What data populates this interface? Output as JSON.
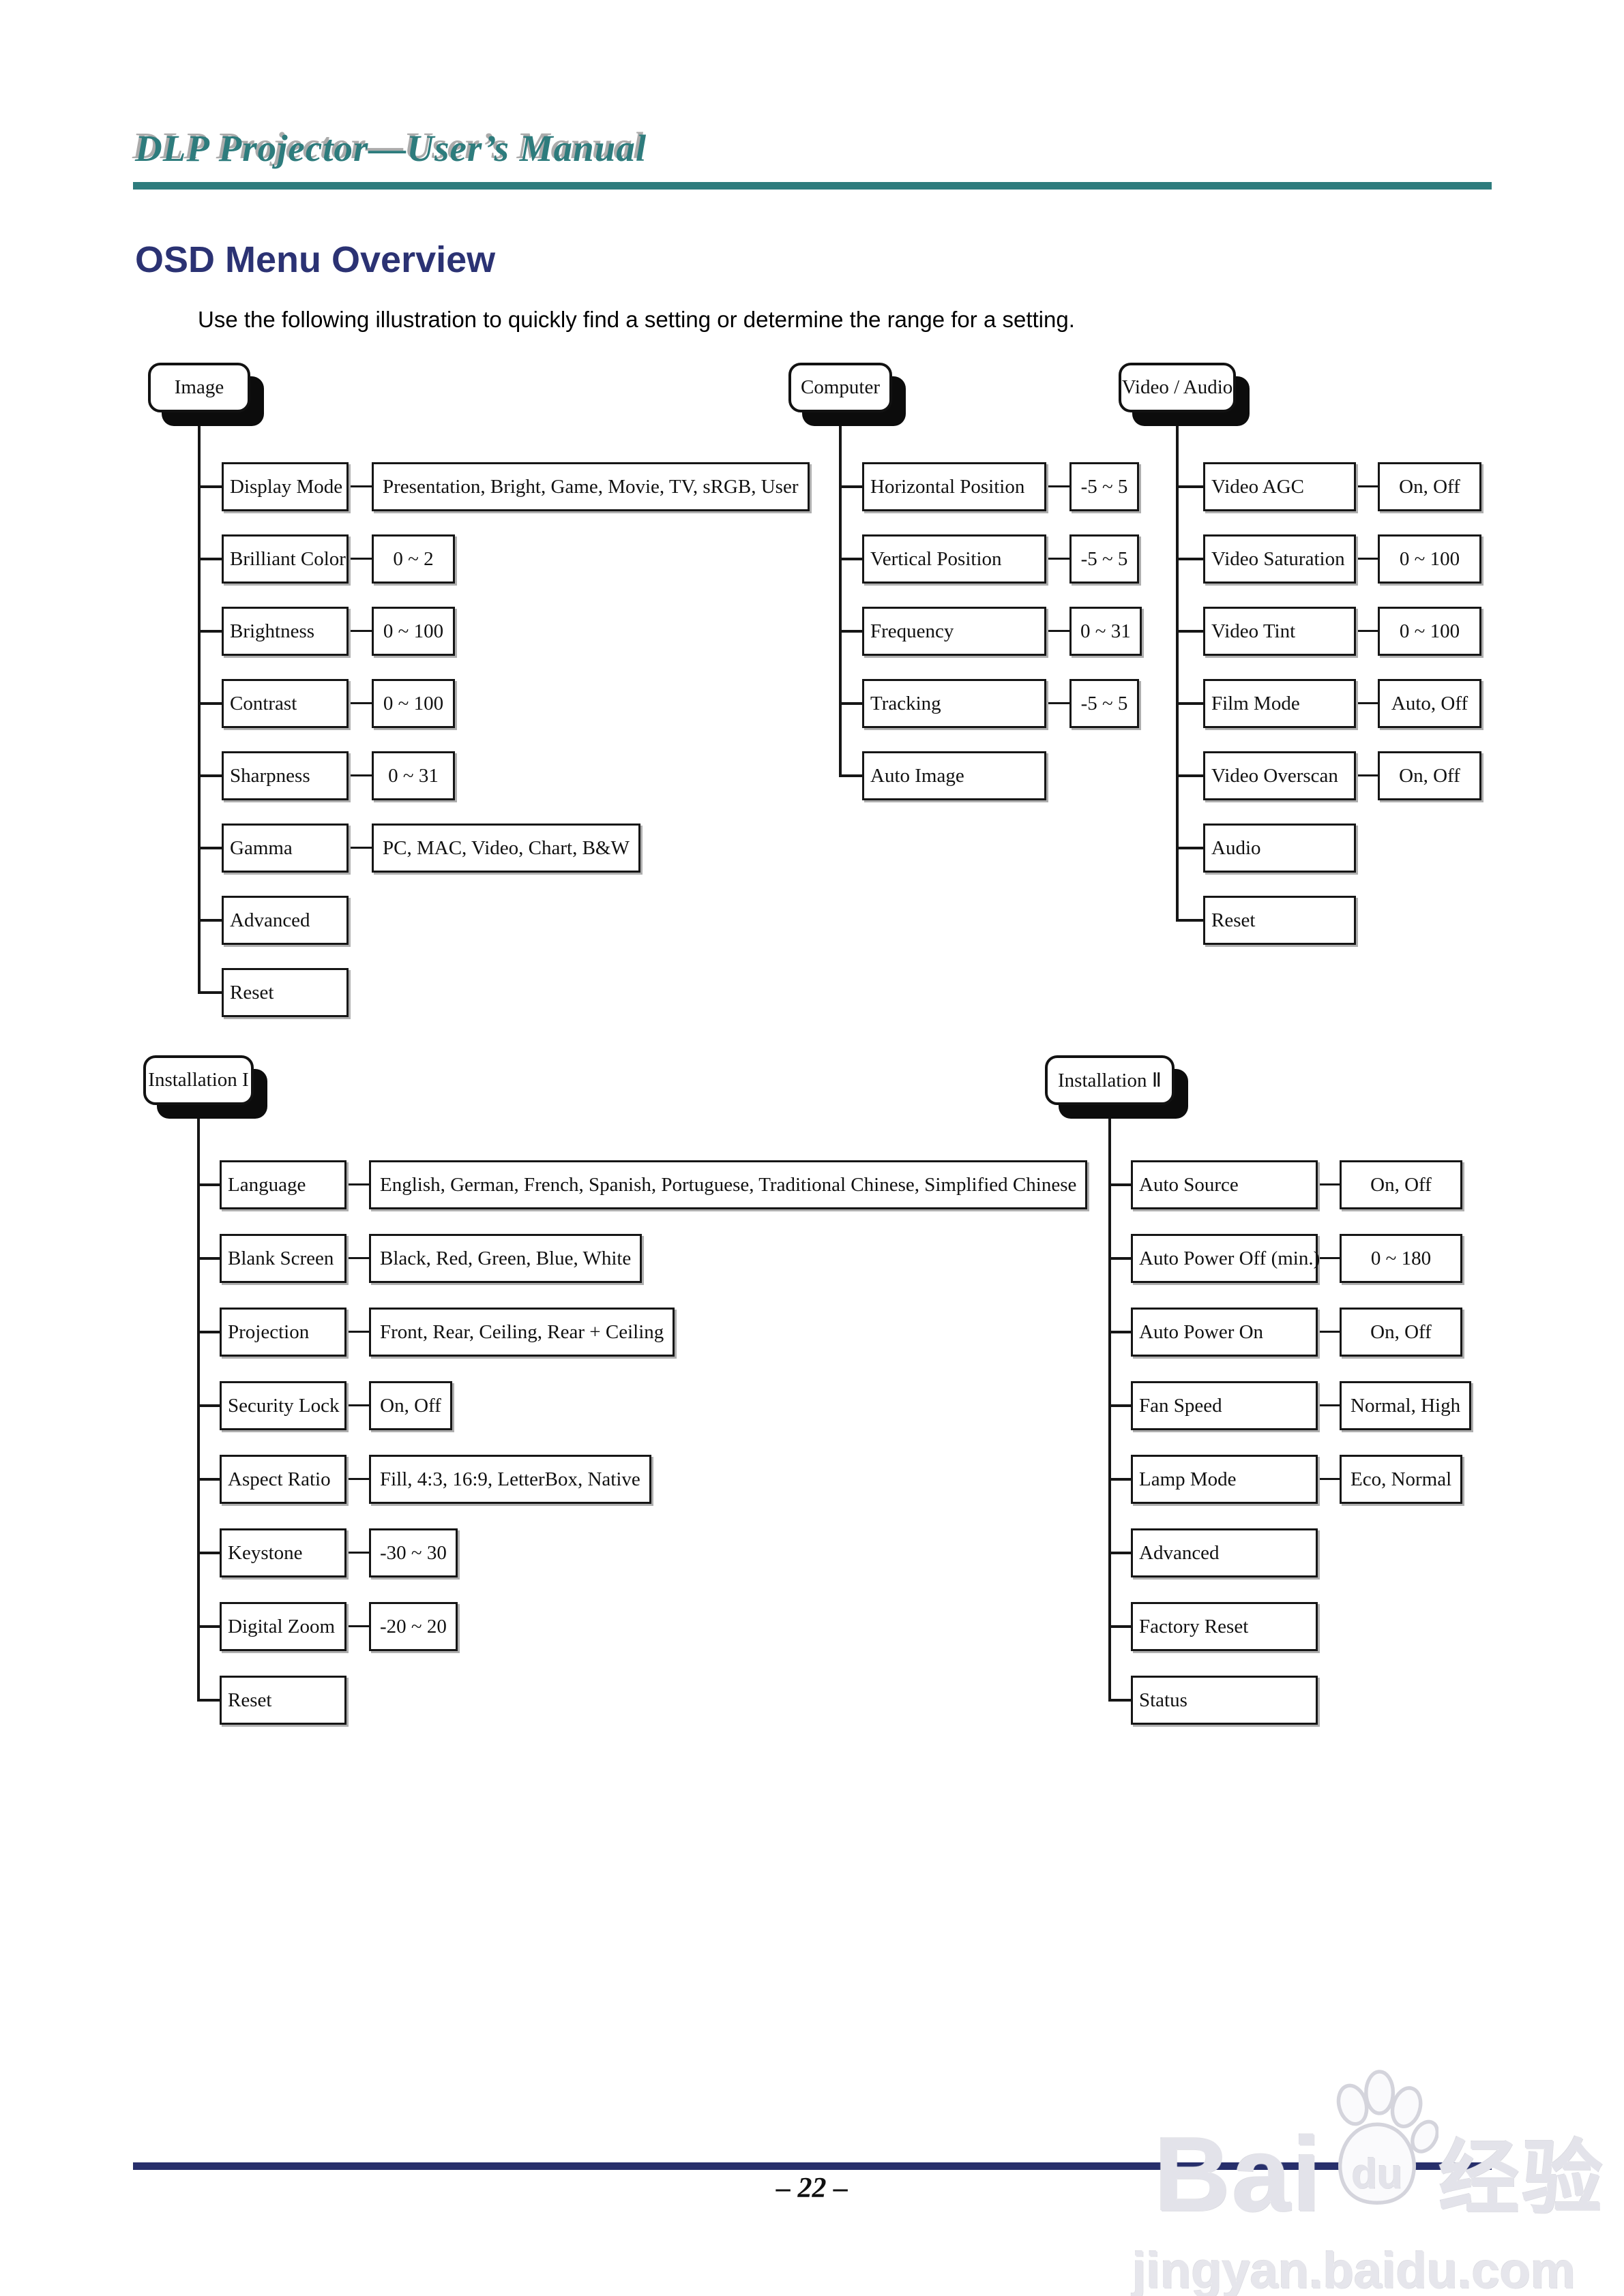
{
  "page": {
    "header_title": "DLP Projector—User’s Manual",
    "section_title": "OSD Menu Overview",
    "intro_text": "Use the following illustration to quickly find a setting or determine the range for a setting.",
    "page_number": "– 22 –"
  },
  "colors": {
    "header_teal": "#2E7C7D",
    "heading_navy": "#2B3273",
    "footer_rule_navy": "#272F6B",
    "diagram_line": "#161616"
  },
  "watermark": {
    "brand_latin": "Bai",
    "paw_text": "du",
    "brand_cn": "经验",
    "url": "jingyan.baidu.com"
  },
  "trees": [
    {
      "id": "image",
      "root": "Image",
      "items": [
        {
          "label": "Display Mode",
          "value": "Presentation, Bright, Game, Movie, TV, sRGB, User"
        },
        {
          "label": "Brilliant Color",
          "value": "0 ~ 2"
        },
        {
          "label": "Brightness",
          "value": "0 ~ 100"
        },
        {
          "label": "Contrast",
          "value": "0 ~ 100"
        },
        {
          "label": "Sharpness",
          "value": "0 ~ 31"
        },
        {
          "label": "Gamma",
          "value": "PC, MAC, Video, Chart, B&W"
        },
        {
          "label": "Advanced",
          "value": null
        },
        {
          "label": "Reset",
          "value": null
        }
      ]
    },
    {
      "id": "computer",
      "root": "Computer",
      "items": [
        {
          "label": "Horizontal Position",
          "value": "-5 ~ 5"
        },
        {
          "label": "Vertical Position",
          "value": "-5 ~ 5"
        },
        {
          "label": "Frequency",
          "value": "0 ~ 31"
        },
        {
          "label": "Tracking",
          "value": "-5 ~ 5"
        },
        {
          "label": "Auto Image",
          "value": null
        }
      ]
    },
    {
      "id": "video-audio",
      "root": "Video / Audio",
      "items": [
        {
          "label": "Video AGC",
          "value": "On, Off"
        },
        {
          "label": "Video Saturation",
          "value": "0 ~ 100"
        },
        {
          "label": "Video Tint",
          "value": "0 ~ 100"
        },
        {
          "label": "Film Mode",
          "value": "Auto, Off"
        },
        {
          "label": "Video Overscan",
          "value": "On, Off"
        },
        {
          "label": "Audio",
          "value": null
        },
        {
          "label": "Reset",
          "value": null
        }
      ]
    },
    {
      "id": "installation-1",
      "root": "Installation I",
      "items": [
        {
          "label": "Language",
          "value": "English, German, French, Spanish, Portuguese, Traditional Chinese, Simplified Chinese"
        },
        {
          "label": "Blank Screen",
          "value": "Black, Red, Green, Blue, White"
        },
        {
          "label": "Projection",
          "value": "Front, Rear, Ceiling, Rear + Ceiling"
        },
        {
          "label": "Security Lock",
          "value": "On, Off"
        },
        {
          "label": "Aspect Ratio",
          "value": "Fill, 4:3, 16:9, LetterBox, Native"
        },
        {
          "label": "Keystone",
          "value": "-30 ~ 30"
        },
        {
          "label": "Digital Zoom",
          "value": "-20 ~ 20"
        },
        {
          "label": "Reset",
          "value": null
        }
      ]
    },
    {
      "id": "installation-2",
      "root": "Installation Ⅱ",
      "items": [
        {
          "label": "Auto Source",
          "value": "On, Off"
        },
        {
          "label": "Auto Power Off (min.)",
          "value": "0 ~ 180"
        },
        {
          "label": "Auto Power On",
          "value": "On, Off"
        },
        {
          "label": "Fan Speed",
          "value": "Normal, High"
        },
        {
          "label": "Lamp Mode",
          "value": "Eco, Normal"
        },
        {
          "label": "Advanced",
          "value": null
        },
        {
          "label": "Factory Reset",
          "value": null
        },
        {
          "label": "Status",
          "value": null
        }
      ]
    }
  ]
}
